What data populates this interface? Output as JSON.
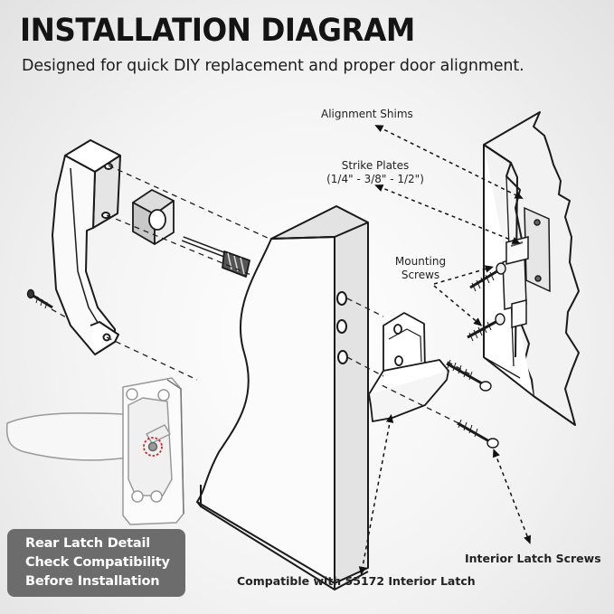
{
  "header": {
    "title": "INSTALLATION DIAGRAM",
    "subtitle": "Designed for quick DIY replacement and proper door alignment."
  },
  "callouts": {
    "alignment_shims": "Alignment Shims",
    "strike_plates_line1": "Strike Plates",
    "strike_plates_line2": "(1/4\" - 3/8\" - 1/2\")",
    "mounting_screws_line1": "Mounting",
    "mounting_screws_line2": "Screws",
    "interior_latch_screws": "Interior Latch Screws",
    "compatible_latch": "Compatible with 55172 Interior Latch"
  },
  "detail_box": {
    "lines": [
      "Rear Latch Detail",
      "Check Compatibility",
      "Before Installation"
    ]
  },
  "colors": {
    "background": "#ececec",
    "title_text": "#141414",
    "detail_box_bg": "#6c6c6c",
    "detail_box_text": "#ffffff",
    "line_art": "#1a1a1a"
  },
  "icons": {
    "exterior_handle": "exterior-handle-icon",
    "door_cross_section": "door-panel-icon",
    "door_frame": "door-frame-icon",
    "interior_latch": "interior-latch-icon",
    "strike_plate": "strike-plate-icon",
    "screw": "screw-icon"
  }
}
